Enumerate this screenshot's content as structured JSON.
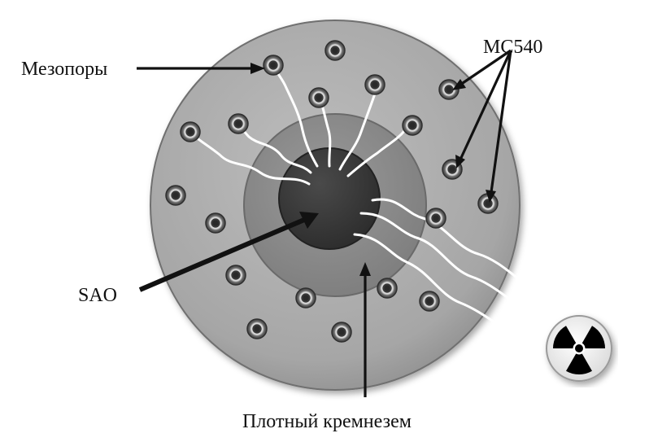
{
  "labels": {
    "mesopores": "Мезопоры",
    "mc540": "MC540",
    "sao": "SAO",
    "dense_silica": "Плотный кремнезем"
  },
  "colors": {
    "outer_shell": "#a9a9a9",
    "middle_shell": "#8a8a8a",
    "core": "#3d3d3d",
    "pore_ring": "#4a4a4a",
    "text": "#111111"
  },
  "icons": {
    "radiation": "radiation-hazard-icon"
  }
}
